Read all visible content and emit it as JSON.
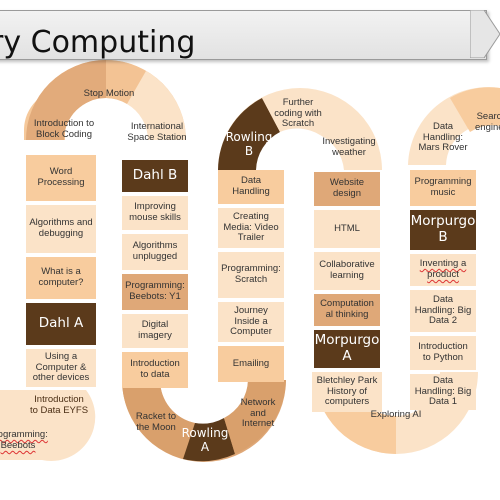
{
  "title": "ry Computing",
  "colors": {
    "light": "#fbe3c8",
    "mid": "#f8cc9e",
    "tan": "#dfa878",
    "dark": "#5b3a1b"
  },
  "board": {
    "tiles": {
      "dahl_a": "Dahl A",
      "what_is_computer": "What is a computer?",
      "algorithms_debugging": "Algorithms and debugging",
      "word_processing": "Word Processing",
      "intro_block_coding": "Introduction to Block Coding",
      "stop_motion": "Stop Motion",
      "international_space_station": "International Space Station",
      "dahl_b": "Dahl B",
      "improving_mouse_skills": "Improving mouse skills",
      "algorithms_unplugged": "Algorithms unplugged",
      "programming_beebots_y1": "Programming: Beebots: Y1",
      "digital_imagery": "Digital imagery",
      "intro_to_data": "Introduction to data",
      "racket_to_moon": "Racket to the Moon",
      "rowling_a": "Rowling A",
      "network_internet": "Network and Internet",
      "emailing": "Emailing",
      "journey_inside_computer": "Journey Inside a Computer",
      "programming_scratch": "Programming: Scratch",
      "creating_media_video": "Creating Media: Video Trailer",
      "data_handling": "Data Handling",
      "rowling_b": "Rowling B",
      "further_coding_scratch": "Further coding with Scratch",
      "investigating_weather": "Investigating weather",
      "website_design": "Website design",
      "html": "HTML",
      "collaborative_learning": "Collaborative learning",
      "computational_thinking": "Computation al thinking",
      "morpurgo_a": "Morpurgo A",
      "bletchley_park": "Bletchley Park History of computers",
      "exploring_ai": "Exploring AI",
      "data_handling_big_data_1": "Data Handling: Big Data 1",
      "intro_python": "Introduction to Python",
      "data_handling_big_data_2": "Data Handling: Big Data 2",
      "inventing_product": "Inventing a product",
      "morpurgo_b": "Morpurgo B",
      "programming_music": "Programming music",
      "data_handling_mars_rover": "Data Handling: Mars Rover",
      "search_engines": "Search engines",
      "using_computer_devices": "Using a Computer & other devices",
      "intro_data_eyfs": "Introduction to Data EYFS",
      "programming_beebots": "Programming: Beebots"
    }
  }
}
